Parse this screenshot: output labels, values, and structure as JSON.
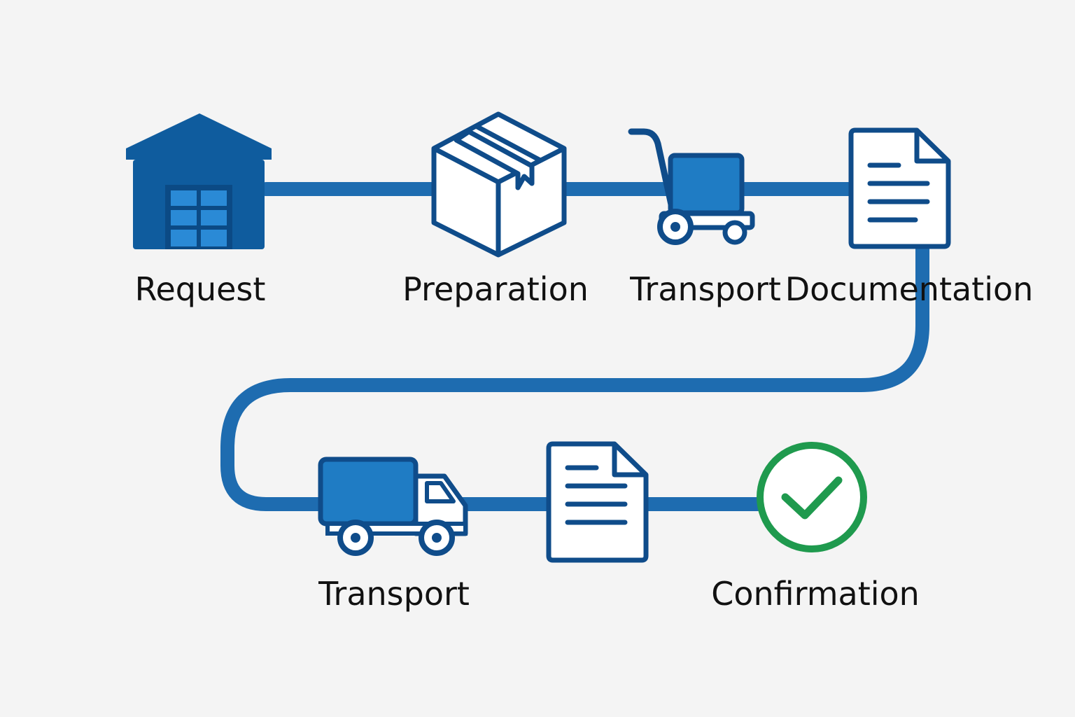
{
  "colors": {
    "background": "#f4f4f4",
    "line": "#1e6cb0",
    "icon_stroke": "#0f4c8a",
    "icon_fill": "#1f7cc4",
    "warehouse_fill": "#0f5c9e",
    "check": "#1f9a4e",
    "text": "#111111"
  },
  "steps": [
    {
      "label": "Request",
      "icon": "warehouse-icon"
    },
    {
      "label": "Preparation",
      "icon": "package-box-icon"
    },
    {
      "label": "Transport",
      "icon": "hand-truck-icon"
    },
    {
      "label": "Documentation",
      "icon": "document-icon"
    },
    {
      "label": "Transport",
      "icon": "delivery-truck-icon"
    },
    {
      "label": "",
      "icon": "document-icon"
    },
    {
      "label": "Confirmation",
      "icon": "checkmark-circle-icon"
    }
  ]
}
